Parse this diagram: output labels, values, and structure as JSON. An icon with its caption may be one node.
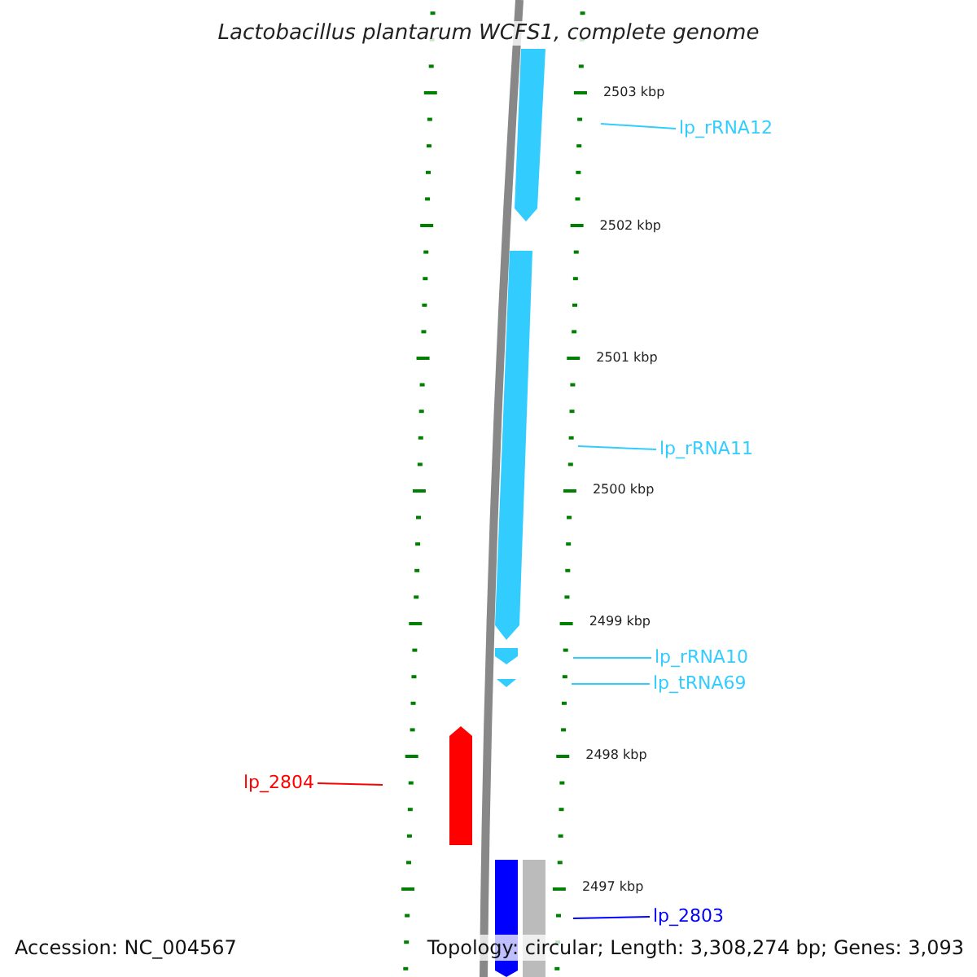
{
  "diagram": {
    "title": "Lactobacillus plantarum WCFS1, complete genome",
    "nodes": [
      {
        "text": [
          "lp_rRNA12"
        ]
      },
      {
        "text": [
          "lp_rRNA11"
        ]
      },
      {
        "text": [
          "lp_rRNA10"
        ]
      },
      {
        "text": [
          "lp_tRNA69"
        ]
      },
      {
        "text": [
          "lp_2804"
        ]
      },
      {
        "text": [
          "lp_2803"
        ]
      }
    ],
    "edges": [
      {
        "from": 0,
        "to": null,
        "arrow": "none"
      },
      {
        "from": 1,
        "to": null,
        "arrow": "none"
      },
      {
        "from": 2,
        "to": null,
        "arrow": "none"
      },
      {
        "from": 3,
        "to": null,
        "arrow": "none"
      },
      {
        "from": 4,
        "to": null,
        "arrow": "none",
        "color": "#ff0000"
      },
      {
        "from": 5,
        "to": null,
        "arrow": "none",
        "color": "#0000ff"
      }
    ],
    "labels": [
      "2503 kbp",
      "2502 kbp",
      "2501 kbp",
      "2500 kbp",
      "2499 kbp",
      "2498 kbp",
      "2497 kbp",
      "Accession: NC_004567",
      "Topology: circular; Length: 3,308,274 bp; Genes: 3,093"
    ]
  }
}
